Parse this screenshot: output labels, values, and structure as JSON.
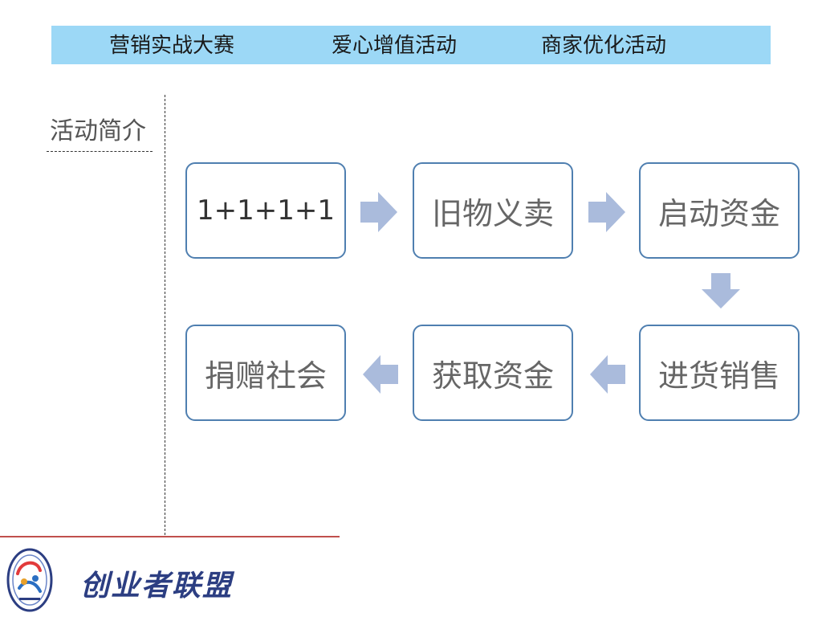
{
  "nav": {
    "tabs": [
      {
        "label": "营销实战大赛"
      },
      {
        "label": "爱心增值活动"
      },
      {
        "label": "商家优化活动"
      }
    ]
  },
  "section": {
    "title": "活动简介"
  },
  "flow": {
    "steps": [
      {
        "label": "1+1+1+1"
      },
      {
        "label": "旧物义卖"
      },
      {
        "label": "启动资金"
      },
      {
        "label": "进货销售"
      },
      {
        "label": "获取资金"
      },
      {
        "label": "捐赠社会"
      }
    ],
    "arrow_color": "#aabbdc",
    "border_color": "#4f7fb0"
  },
  "footer": {
    "brand": "创业者联盟",
    "line_color": "#c0504d"
  },
  "colors": {
    "topbar": "#9cd8f6"
  }
}
